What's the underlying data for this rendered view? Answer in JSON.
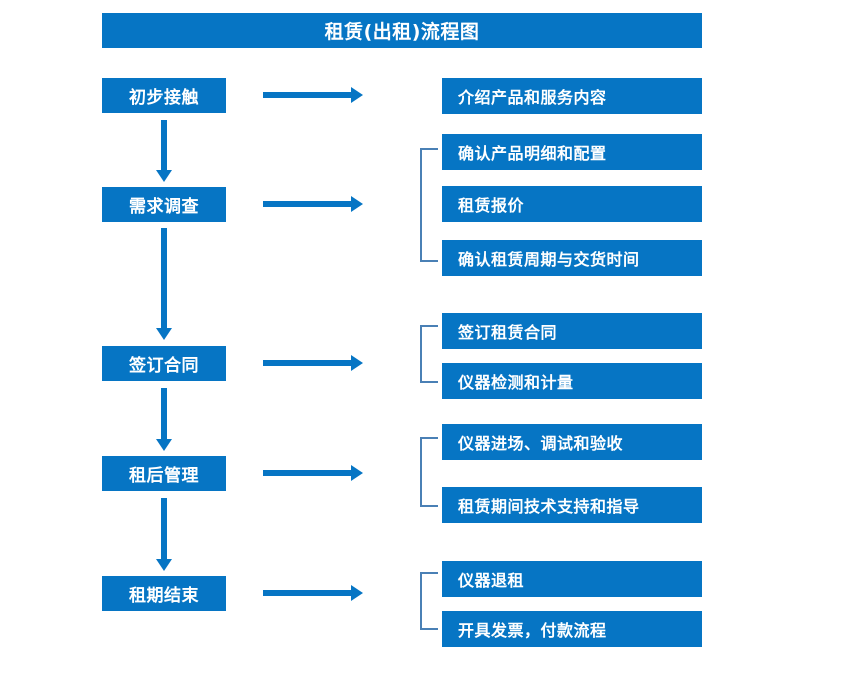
{
  "diagram": {
    "title": "租赁(出租)流程图",
    "colors": {
      "box_fill": "#0675c4",
      "box_text": "#ffffff",
      "arrow": "#0675c4",
      "bracket": "#4a80b5",
      "background": "#ffffff"
    },
    "stages": [
      {
        "id": "stage-1",
        "label": "初步接触"
      },
      {
        "id": "stage-2",
        "label": "需求调查"
      },
      {
        "id": "stage-3",
        "label": "签订合同"
      },
      {
        "id": "stage-4",
        "label": "租后管理"
      },
      {
        "id": "stage-5",
        "label": "租期结束"
      }
    ],
    "details": [
      {
        "id": "detail-1",
        "label": "介绍产品和服务内容"
      },
      {
        "id": "detail-2",
        "label": "确认产品明细和配置"
      },
      {
        "id": "detail-3",
        "label": "租赁报价"
      },
      {
        "id": "detail-4",
        "label": "确认租赁周期与交货时间"
      },
      {
        "id": "detail-5",
        "label": "签订租赁合同"
      },
      {
        "id": "detail-6",
        "label": "仪器检测和计量"
      },
      {
        "id": "detail-7",
        "label": "仪器进场、调试和验收"
      },
      {
        "id": "detail-8",
        "label": "租赁期间技术支持和指导"
      },
      {
        "id": "detail-9",
        "label": "仪器退租"
      },
      {
        "id": "detail-10",
        "label": "开具发票，付款流程"
      }
    ],
    "connectors": {
      "horizontal_arrow_count": 5,
      "vertical_arrow_count": 4,
      "bracket_count": 4
    }
  }
}
